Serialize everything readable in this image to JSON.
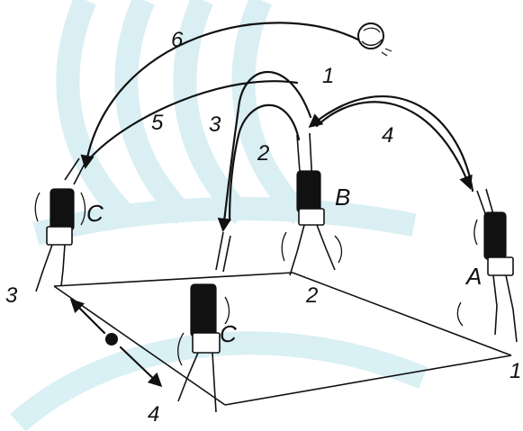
{
  "diagram": {
    "trajectory_labels": [
      "1",
      "2",
      "3",
      "4",
      "5",
      "6"
    ],
    "position_labels": [
      "1",
      "2",
      "3",
      "4"
    ],
    "player_labels": {
      "a": "A",
      "b": "B",
      "c_left": "C",
      "c_front": "C"
    }
  }
}
